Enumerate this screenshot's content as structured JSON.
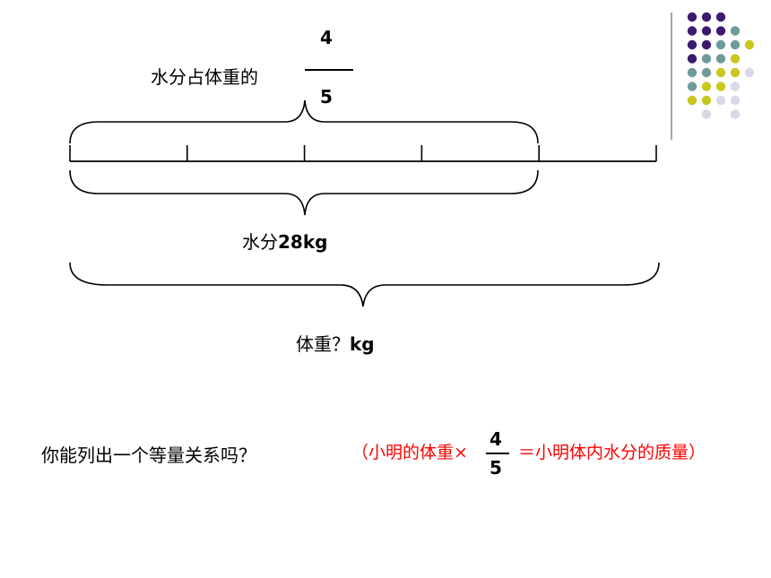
{
  "diagram": {
    "fraction_label_prefix": "水分占体重的",
    "fraction_top": {
      "numerator": "4",
      "denominator": "5"
    },
    "water_label": "水分",
    "water_value": "28kg",
    "weight_label": "体重？",
    "weight_value": "kg",
    "segments_total": 5,
    "segments_water": 4
  },
  "question": {
    "text": "你能列出一个等量关系吗？",
    "answer_prefix": "（小明的体重×",
    "answer_fraction": {
      "numerator": "4",
      "denominator": "5"
    },
    "answer_suffix": "＝小明体内水分的质量）",
    "answer_color": "#ff0000"
  },
  "decoration": {
    "dot_colors": {
      "purple": "#3d1a70",
      "teal": "#6f9a9a",
      "yellow": "#c8c81e",
      "lavender": "#d8d8e8"
    },
    "rule_color": "#888888"
  }
}
